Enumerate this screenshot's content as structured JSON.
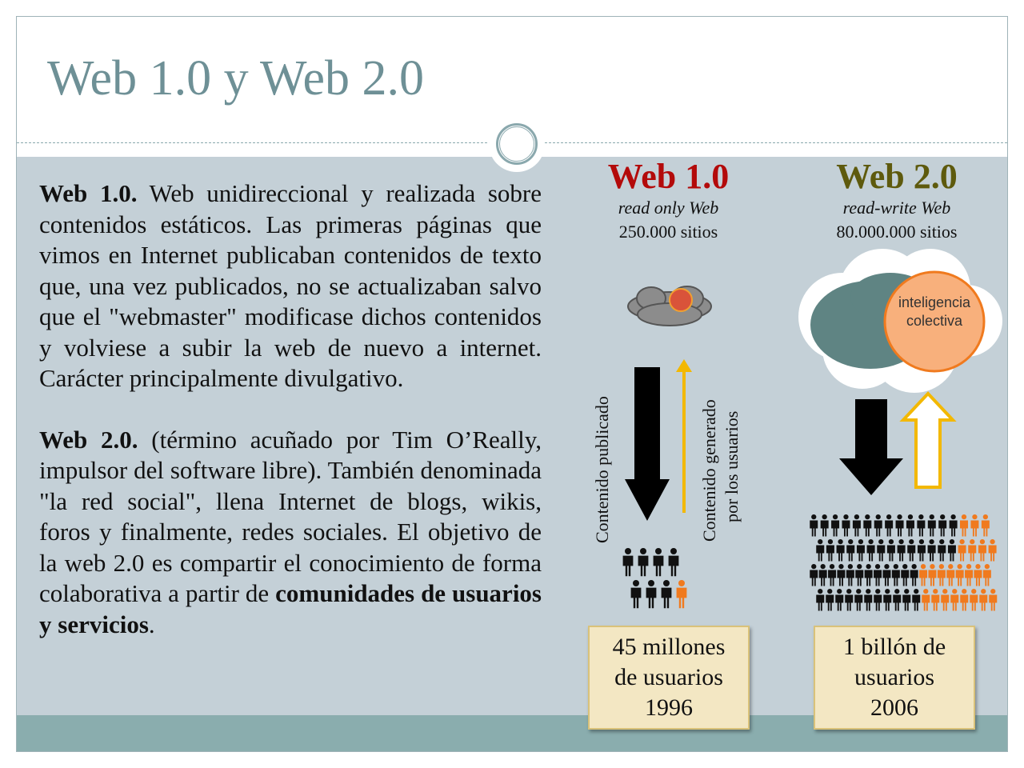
{
  "slide": {
    "title": "Web 1.0 y Web 2.0"
  },
  "left_text": {
    "p1_bold": "Web 1.0.",
    "p1_text": " Web unidireccional y realizada sobre contenidos estáticos. Las primeras páginas que vimos en Internet publicaban contenidos de texto que, una vez publicados, no se actualizaban salvo que el \"webmaster\" modificase dichos contenidos y volviese a subir la web de nuevo a internet. Carácter principalmente divulgativo.",
    "p2_bold": "Web 2.0.",
    "p2_text": " (término acuñado por Tim O’Really, impulsor del software libre). También denominada \"la red social\", llena Internet de blogs, wikis, foros y finalmente, redes sociales. El objetivo de la web 2.0 es compartir el conocimiento de forma colaborativa a partir de ",
    "p2_bold_end": "comunidades de usuarios y servicios",
    "p2_end": "."
  },
  "web1": {
    "heading": "Web 1.0",
    "subtitle": "read only Web",
    "sites": "250.000 sitios",
    "arrow_down_label": "Contenido publicado",
    "arrow_up_label_1": "Contenido generado",
    "arrow_up_label_2": "por los usuarios",
    "box_line1": "45 millones",
    "box_line2": "de usuarios",
    "box_line3": "1996",
    "color": "#b30a0a"
  },
  "web2": {
    "heading": "Web 2.0",
    "subtitle": "read-write  Web",
    "sites": "80.000.000 sitios",
    "cloud_label_1": "inteligencia",
    "cloud_label_2": "colectiva",
    "box_line1": "1 billón de",
    "box_line2": "usuarios",
    "box_line3": "2006",
    "color": "#5e5a0d"
  },
  "colors": {
    "panel": "#c4d0d7",
    "band": "#8aadae",
    "title": "#6e9096",
    "orange": "#f07a1e"
  }
}
